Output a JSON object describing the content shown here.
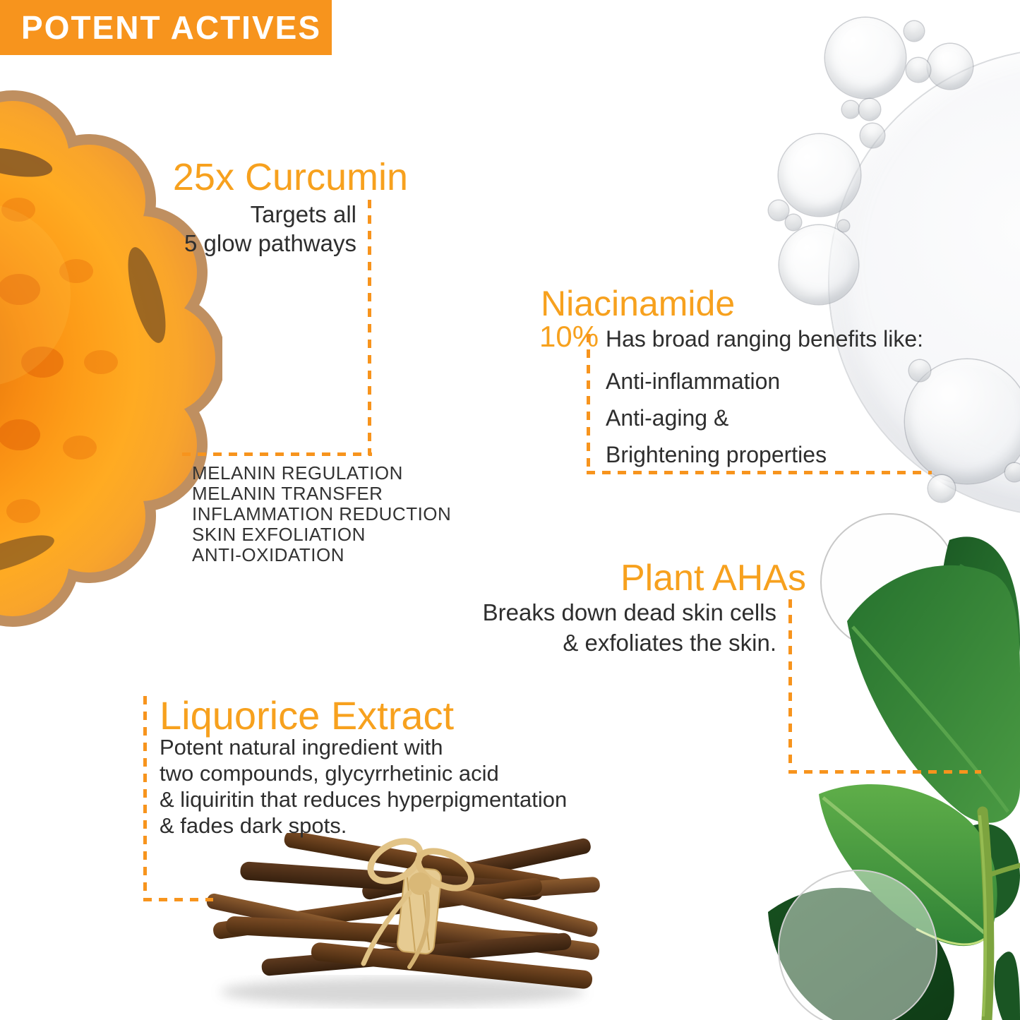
{
  "banner": {
    "label": "POTENT ACTIVES"
  },
  "colors": {
    "banner_orange": "#F7941D",
    "heading_orange": "#F7A11E",
    "dotted_line_orange": "#F7941D",
    "text_dark": "#2E2E2E"
  },
  "sections": {
    "curcumin": {
      "title": "25x Curcumin",
      "subtitle_line1": "Targets all",
      "subtitle_line2": "5 glow pathways",
      "benefits": [
        "MELANIN REGULATION",
        "MELANIN TRANSFER",
        "INFLAMMATION REDUCTION",
        "SKIN EXFOLIATION",
        "ANTI-OXIDATION"
      ]
    },
    "niacinamide": {
      "title": "Niacinamide",
      "percentage": "10%",
      "intro": "Has broad ranging benefits like:",
      "benefits": [
        "Anti-inflammation",
        "Anti-aging &",
        "Brightening properties"
      ]
    },
    "plant_ahas": {
      "title": "Plant AHAs",
      "line1": "Breaks down dead skin cells",
      "line2": "& exfoliates the skin."
    },
    "liquorice": {
      "title": "Liquorice Extract",
      "lines": [
        "Potent natural ingredient with",
        "two compounds, glycyrrhetinic acid",
        "& liquiritin that reduces hyperpigmentation",
        "& fades dark spots."
      ]
    }
  }
}
